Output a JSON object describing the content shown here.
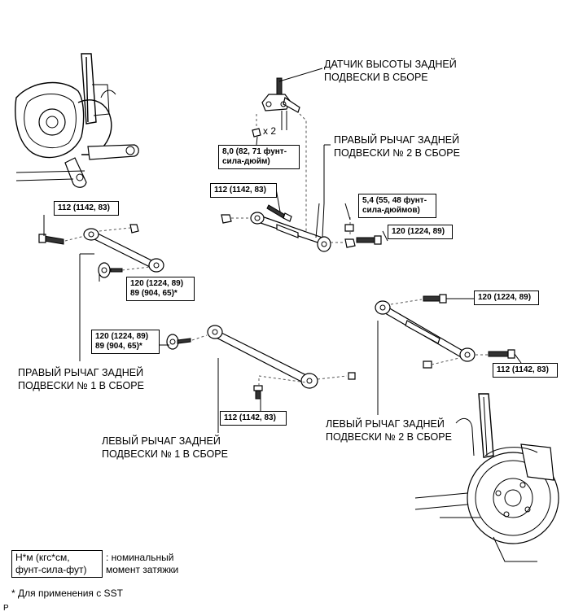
{
  "labels": {
    "height_sensor": "ДАТЧИК ВЫСОТЫ ЗАДНЕЙ\nПОДВЕСКИ В СБОРЕ",
    "right_arm_2": "ПРАВЫЙ РЫЧАГ ЗАДНЕЙ\nПОДВЕСКИ № 2 В СБОРЕ",
    "right_arm_1": "ПРАВЫЙ РЫЧАГ ЗАДНЕЙ\nПОДВЕСКИ № 1 В СБОРЕ",
    "left_arm_1": "ЛЕВЫЙ РЫЧАГ ЗАДНЕЙ\nПОДВЕСКИ № 1 В СБОРЕ",
    "left_arm_2": "ЛЕВЫЙ РЫЧАГ ЗАДНЕЙ\nПОДВЕСКИ № 2 В СБОРЕ",
    "quantity": "x 2"
  },
  "torques": {
    "sensor_nut": "8,0 (82, 71 фунт-\nсила-дюйм)",
    "r2_front_bolt": "112 (1142, 83)",
    "sensor_link_nut": "5,4 (55, 48 фунт-\nсила-дюймов)",
    "r2_rear_bolt": "120 (1224, 89)",
    "r1_front_bolt": "112 (1142, 83)",
    "r1_rear_cam": "120 (1224, 89)\n89 (904, 65)*",
    "l1_front_cam": "120 (1224, 89)\n89 (904, 65)*",
    "l1_rear_bolt": "112 (1142, 83)",
    "l2_front_bolt": "120 (1224, 89)",
    "l2_rear_bolt": "112 (1142, 83)"
  },
  "legend": {
    "unit_box": "Н*м (кгс*см,\nфунт-сила-фут)",
    "unit_desc": ": номинальный\nмомент затяжки",
    "footnote": "* Для применения с SST",
    "code": "P"
  }
}
